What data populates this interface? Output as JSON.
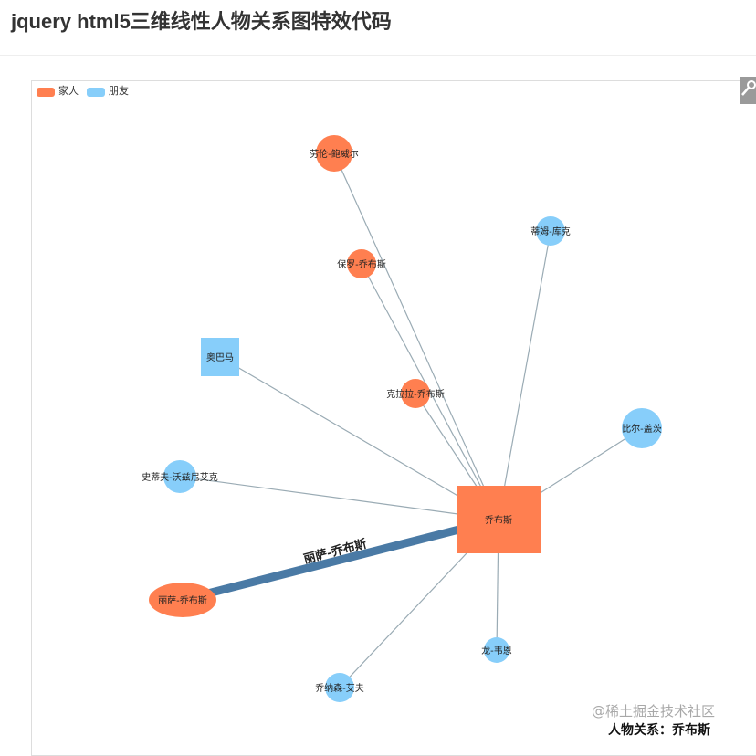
{
  "page": {
    "title": "jquery html5三维线性人物关系图特效代码"
  },
  "legend": [
    {
      "label": "家人",
      "color": "#ff7f50"
    },
    {
      "label": "朋友",
      "color": "#87cefa"
    }
  ],
  "graph": {
    "center": {
      "label": "乔布斯",
      "category": "家人"
    },
    "nodes": [
      {
        "label": "劳伦-鲍威尔",
        "category": "家人"
      },
      {
        "label": "保罗-乔布斯",
        "category": "家人"
      },
      {
        "label": "克拉拉-乔布斯",
        "category": "家人"
      },
      {
        "label": "丽萨-乔布斯",
        "category": "家人"
      },
      {
        "label": "蒂姆-库克",
        "category": "朋友"
      },
      {
        "label": "奥巴马",
        "category": "朋友"
      },
      {
        "label": "比尔-盖茨",
        "category": "朋友"
      },
      {
        "label": "史蒂夫-沃兹尼艾克",
        "category": "朋友"
      },
      {
        "label": "龙-韦恩",
        "category": "朋友"
      },
      {
        "label": "乔纳森-艾夫",
        "category": "朋友"
      }
    ],
    "highlighted_edge_label": "丽萨-乔布斯",
    "colors": {
      "edge": "#9aabb4",
      "highlight_edge": "#4a7aa5"
    }
  },
  "toolbox": {
    "icon": "wrench-icon"
  },
  "watermark": "@稀土掘金技术社区",
  "caption": "人物关系：乔布斯"
}
